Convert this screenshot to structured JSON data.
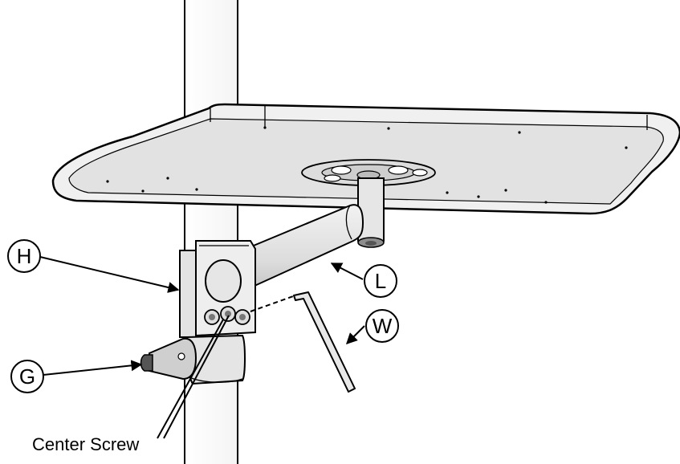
{
  "callouts": [
    {
      "id": "H",
      "label": "H"
    },
    {
      "id": "L",
      "label": "L"
    },
    {
      "id": "W",
      "label": "W"
    },
    {
      "id": "G",
      "label": "G"
    }
  ],
  "caption": "Center Screw",
  "colors": {
    "line": "#000000",
    "fill_light": "#eeeeee",
    "fill_mid": "#d0d0d0",
    "fill_dark": "#a8a8a8",
    "background": "#ffffff"
  }
}
